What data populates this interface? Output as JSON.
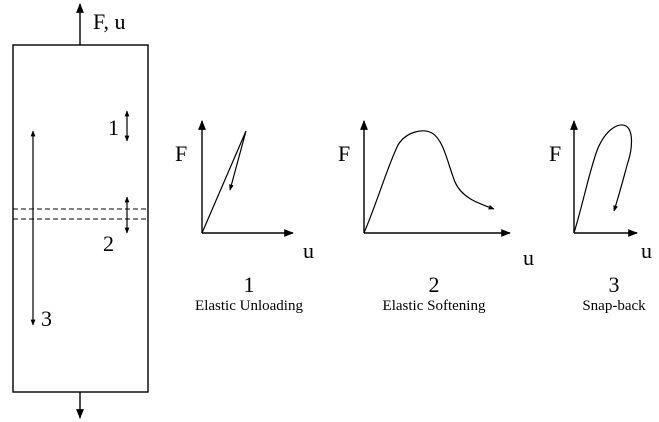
{
  "specimen": {
    "load_label": "F, u",
    "markers": [
      "1",
      "2",
      "3"
    ]
  },
  "panels": [
    {
      "number": "1",
      "caption": "Elastic Unloading",
      "ylabel": "F",
      "xlabel": "u"
    },
    {
      "number": "2",
      "caption": "Elastic Softening",
      "ylabel": "F",
      "xlabel": "u"
    },
    {
      "number": "3",
      "caption": "Snap-back",
      "ylabel": "F",
      "xlabel": "u"
    }
  ]
}
